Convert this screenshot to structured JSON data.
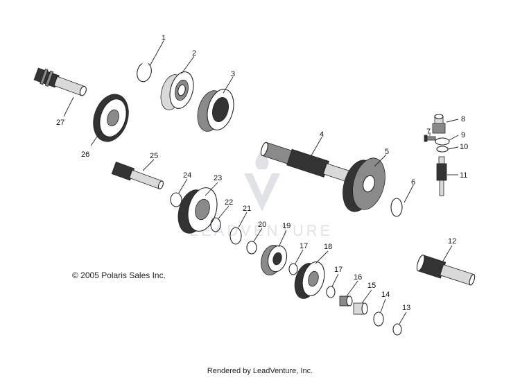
{
  "copyright": "© 2005 Polaris Sales Inc.",
  "footer": "Rendered by LeadVenture, Inc.",
  "watermark": {
    "text": "LEADVENTURE",
    "color": "#c9ccd2"
  },
  "callouts": [
    "1",
    "2",
    "3",
    "4",
    "5",
    "6",
    "7",
    "8",
    "9",
    "10",
    "11",
    "12",
    "13",
    "14",
    "15",
    "16",
    "17",
    "17",
    "18",
    "19",
    "20",
    "21",
    "22",
    "23",
    "24",
    "25",
    "26",
    "27"
  ]
}
